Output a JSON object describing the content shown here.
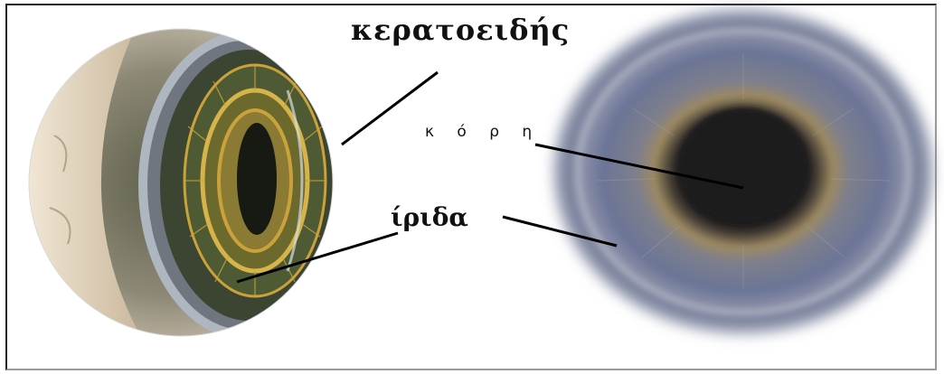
{
  "diagram": {
    "labels": {
      "cornea": "κερατοειδής",
      "iris": "ίριδα",
      "pupil": "κ ό ρ η"
    },
    "left_illustration": "eye-cross-section-illustration",
    "right_illustration": "iris-closeup-photo",
    "colors": {
      "iris_blue": "#6b7596",
      "iris_ring": "#9d8a62",
      "pupil": "#1b1a1d",
      "lens_gold": "#c9a33a",
      "lens_green": "#3f4a2a",
      "sclera": "#e4dbc9"
    }
  }
}
